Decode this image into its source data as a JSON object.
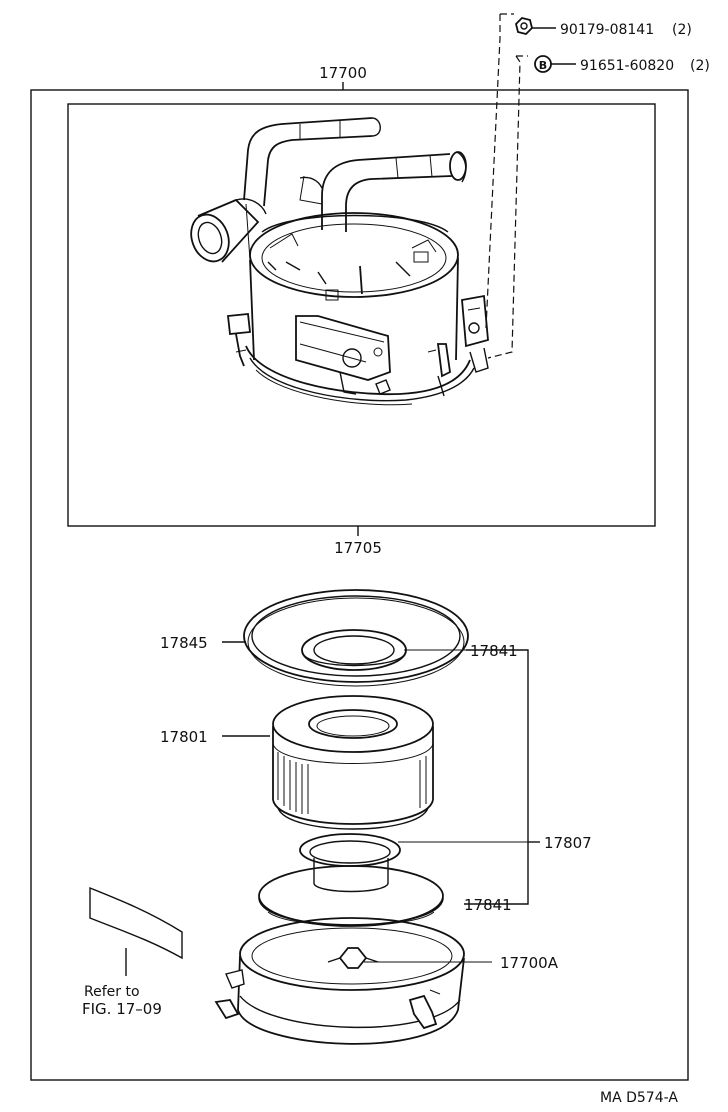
{
  "labels": {
    "assembly": "17700",
    "sub_assembly": "17705",
    "part_90179": "90179-08141",
    "part_90179_qty": "(2)",
    "part_91651": "91651-60820",
    "part_91651_qty": "(2)",
    "marker_b": "B",
    "part_17845": "17845",
    "part_17841_top": "17841",
    "part_17801": "17801",
    "part_17807": "17807",
    "part_17841_bottom": "17841",
    "part_17700A": "17700A",
    "refer_line1": "Refer to",
    "refer_line2": "FIG. 17–09",
    "diagram_code": "MA D574-A"
  }
}
